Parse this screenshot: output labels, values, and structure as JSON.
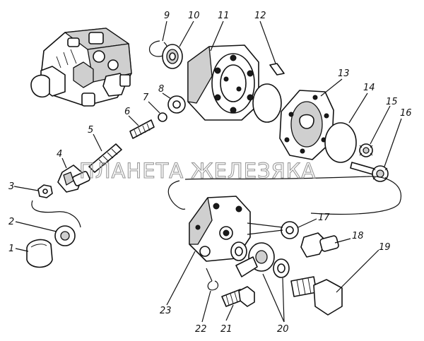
{
  "watermark": "ПЛАНЕТА ЖЕЛЕЗЯКА",
  "callouts": [
    "1",
    "2",
    "3",
    "4",
    "5",
    "6",
    "7",
    "8",
    "9",
    "10",
    "11",
    "12",
    "13",
    "14",
    "15",
    "16",
    "17",
    "18",
    "19",
    "20",
    "21",
    "22",
    "23"
  ]
}
